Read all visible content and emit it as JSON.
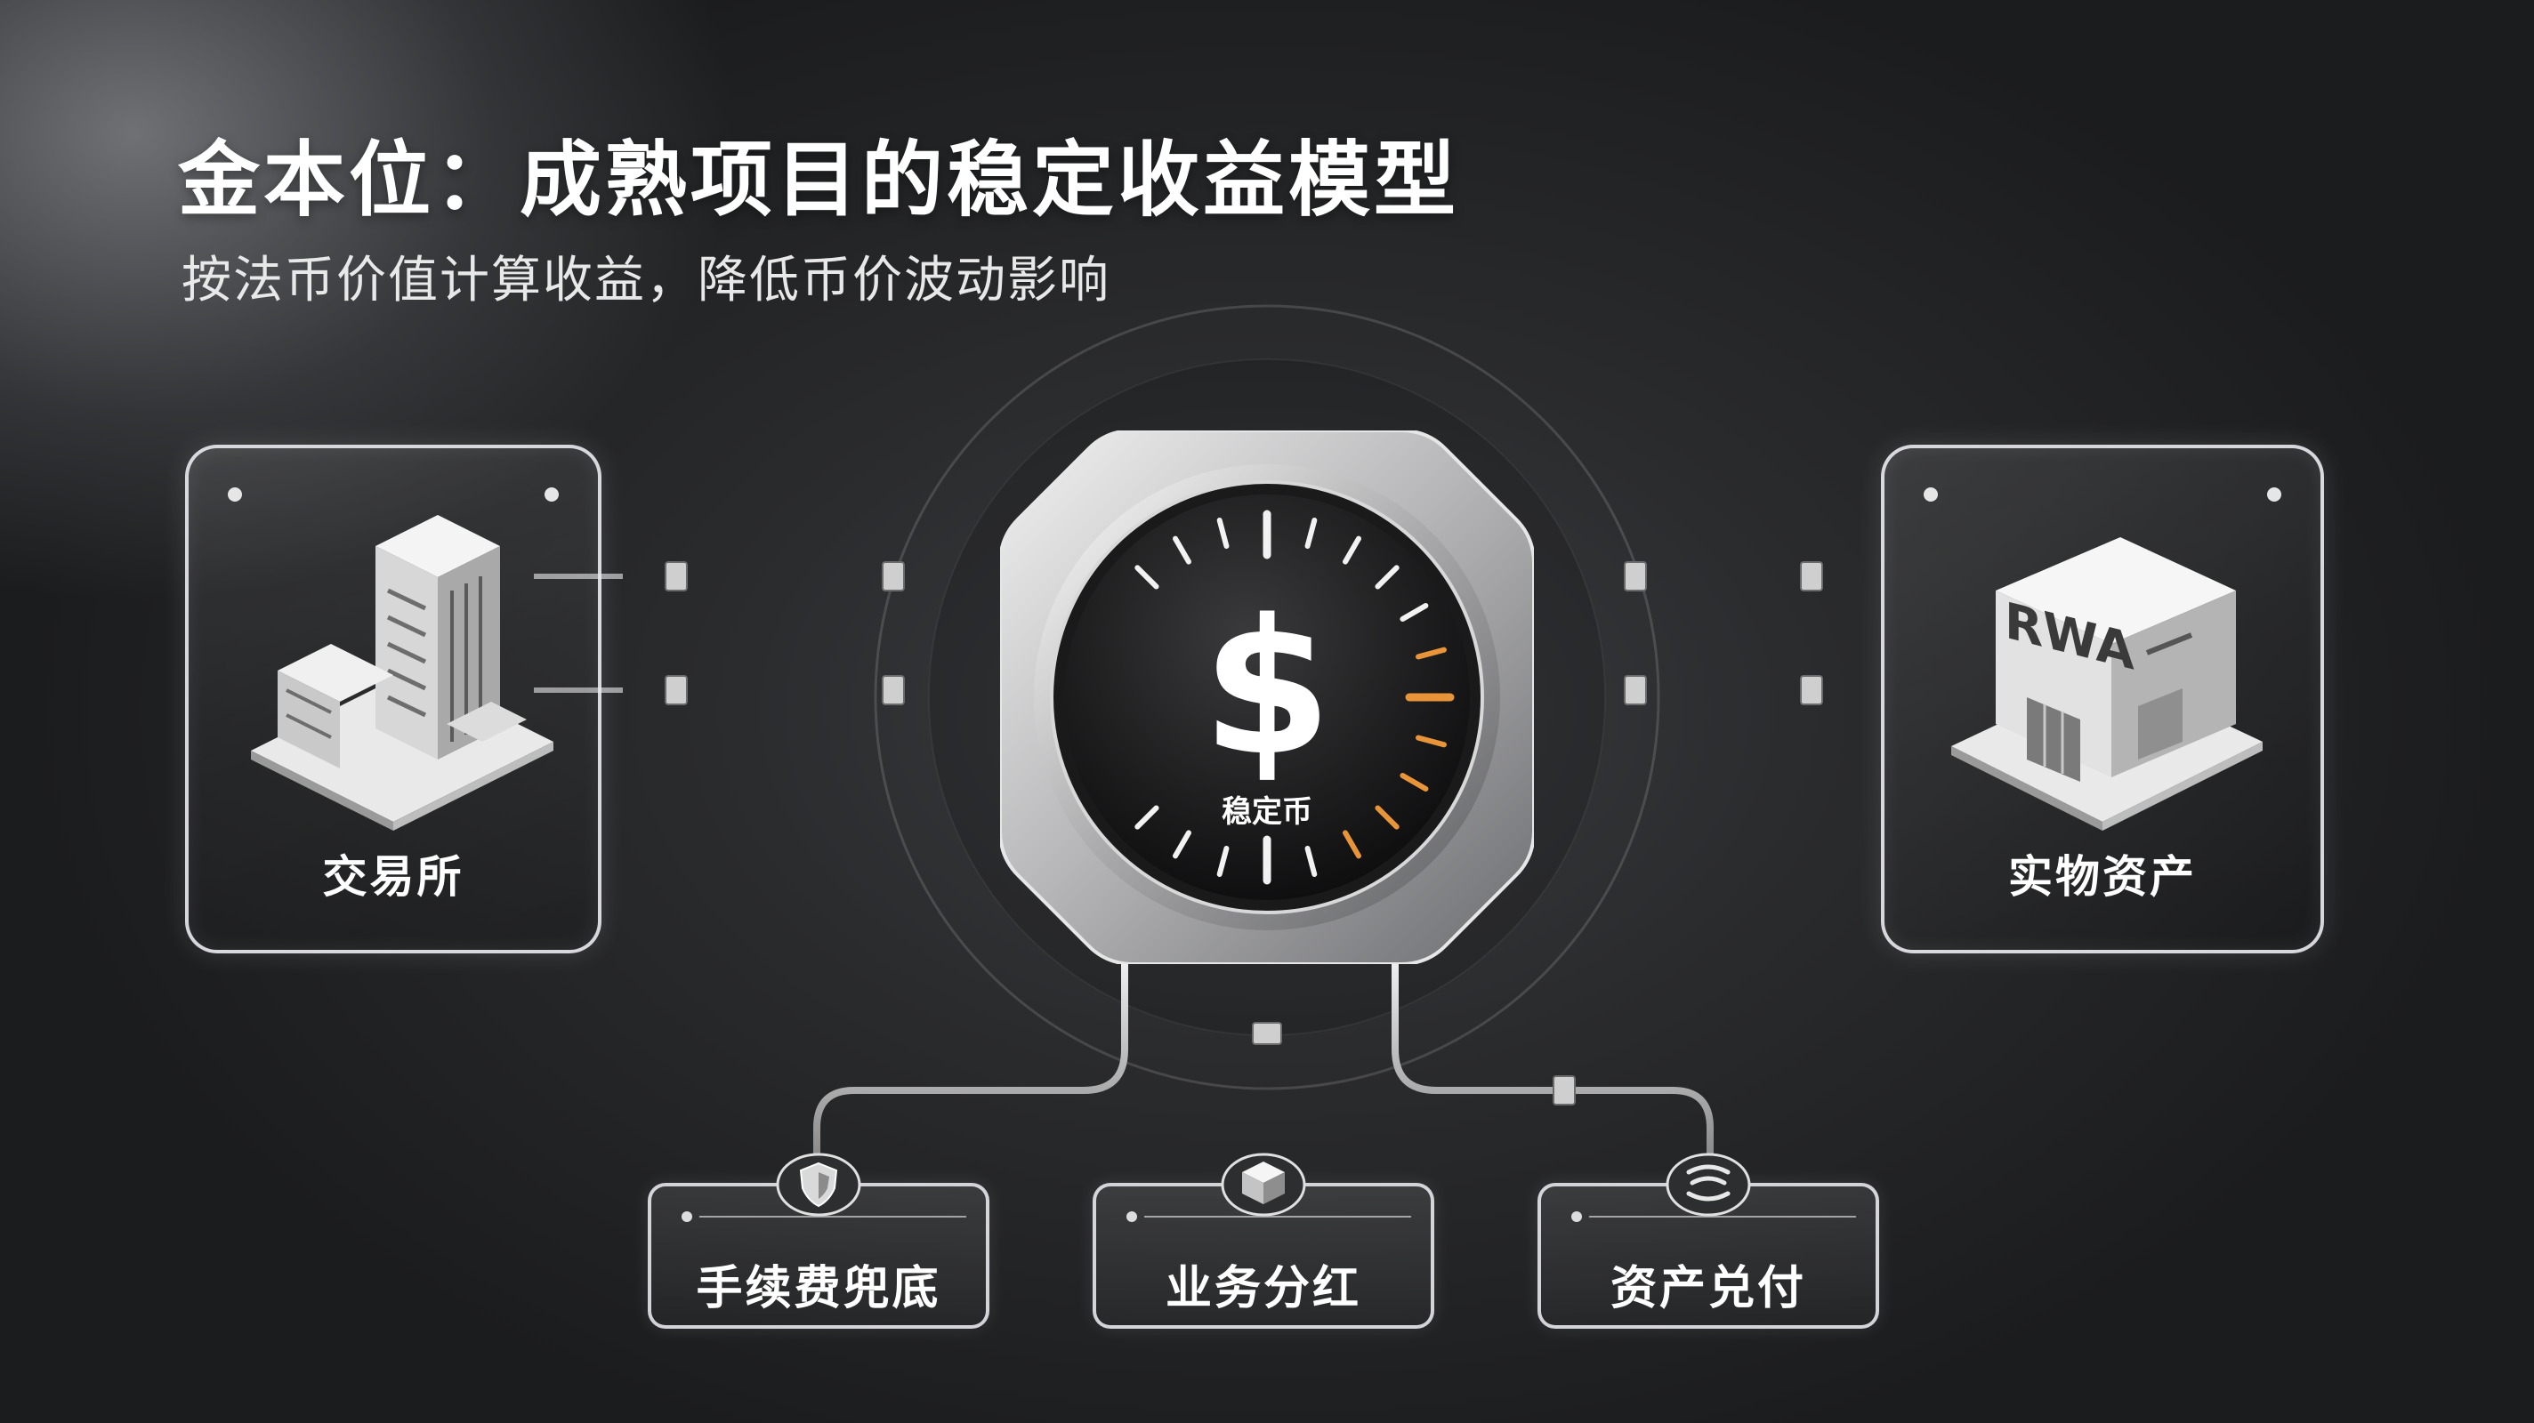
{
  "header": {
    "title": "金本位：成熟项目的稳定收益模型",
    "subtitle": "按法币价值计算收益，降低币价波动影响"
  },
  "hub": {
    "symbol": "$",
    "label": "稳定币"
  },
  "left_card": {
    "label": "交易所",
    "icon": "office-building-icon"
  },
  "right_card": {
    "label": "实物资产",
    "icon_text": "RWA",
    "icon": "warehouse-icon"
  },
  "bottom_cards": [
    {
      "label": "手续费兜底",
      "icon": "shield-icon"
    },
    {
      "label": "业务分红",
      "icon": "cube-icon"
    },
    {
      "label": "资产兑付",
      "icon": "signal-wave-icon"
    }
  ],
  "colors": {
    "background": "#2a2b2d",
    "accent_gauge": "#e8953a",
    "card_border": "#ebebf0"
  }
}
